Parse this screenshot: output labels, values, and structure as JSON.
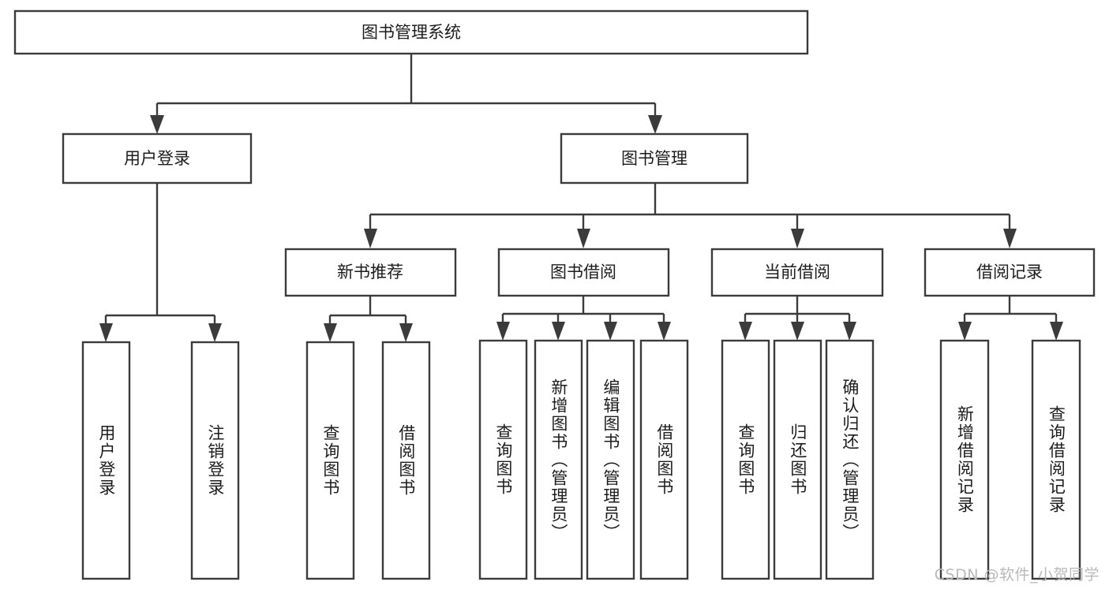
{
  "diagram": {
    "title": "图书管理系统",
    "watermark": "CSDN @软件_小贺同学",
    "colors": {
      "stroke": "#3b3b3b",
      "fill": "#ffffff",
      "text": "#1c1c1c",
      "watermark": "#b9b9b9",
      "background": "#ffffff"
    },
    "root": {
      "label": "图书管理系统"
    },
    "level2": [
      {
        "label": "用户登录"
      },
      {
        "label": "图书管理"
      }
    ],
    "level3": [
      {
        "label": "新书推荐"
      },
      {
        "label": "图书借阅"
      },
      {
        "label": "当前借阅"
      },
      {
        "label": "借阅记录"
      }
    ],
    "leaves": {
      "user_login": [
        {
          "label": "用户登录"
        },
        {
          "label": "注销登录"
        }
      ],
      "new_book_recommend": [
        {
          "label": "查询图书"
        },
        {
          "label": "借阅图书"
        }
      ],
      "book_borrow": [
        {
          "label": "查询图书"
        },
        {
          "label": "新增图书（管理员）"
        },
        {
          "label": "编辑图书（管理员）"
        },
        {
          "label": "借阅图书"
        }
      ],
      "current_borrow": [
        {
          "label": "查询图书"
        },
        {
          "label": "归还图书"
        },
        {
          "label": "确认归还（管理员）"
        }
      ],
      "borrow_record": [
        {
          "label": "新增借阅记录"
        },
        {
          "label": "查询借阅记录"
        }
      ]
    }
  }
}
